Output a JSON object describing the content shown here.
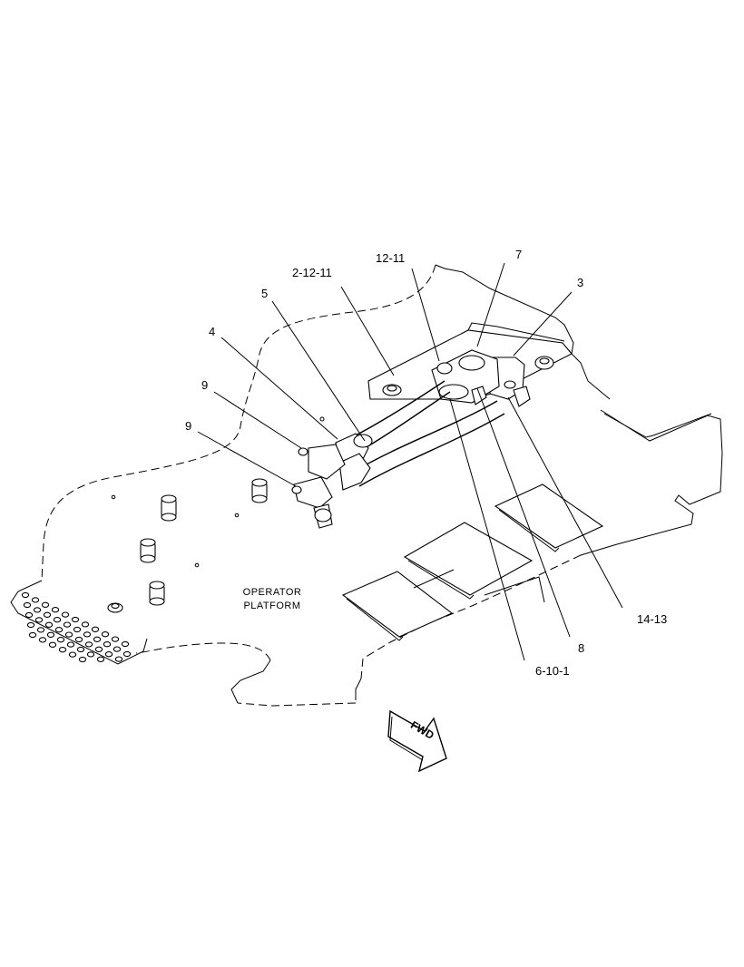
{
  "callouts": {
    "c_12_11": "12-11",
    "c_7": "7",
    "c_2_12_11": "2-12-11",
    "c_3": "3",
    "c_5": "5",
    "c_4": "4",
    "c_9a": "9",
    "c_9b": "9",
    "c_14_13": "14-13",
    "c_8": "8",
    "c_6_10_1": "6-10-1"
  },
  "platform_label": {
    "line1": "OPERATOR",
    "line2": "PLATFORM"
  },
  "direction_label": "FWD"
}
